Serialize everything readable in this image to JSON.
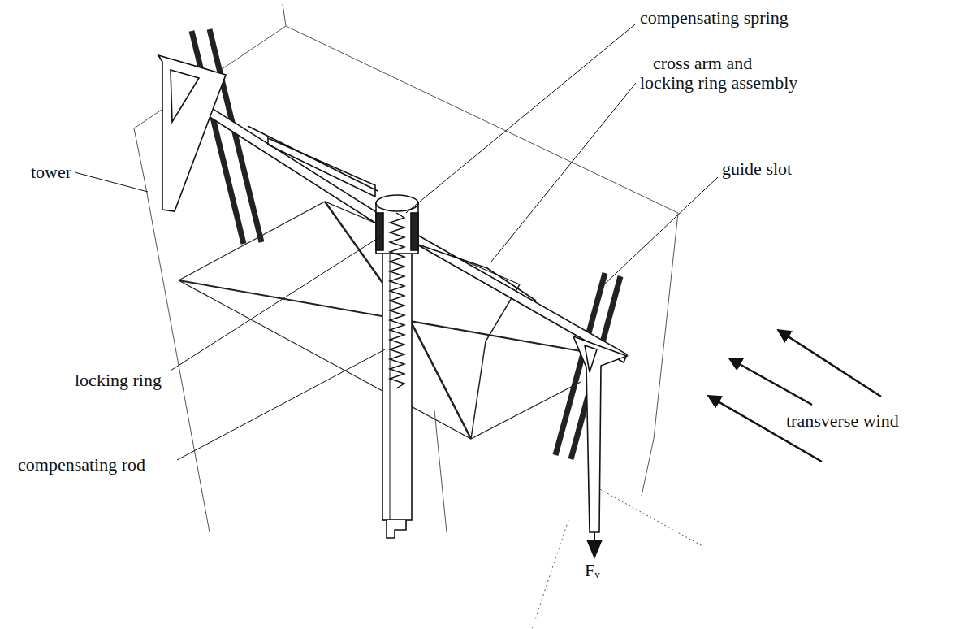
{
  "diagram": {
    "labels": [
      "compensating spring",
      "cross arm and locking ring assembly",
      "tower",
      "guide slot",
      "locking ring",
      "compensating rod",
      "transverse wind",
      "Fᵥ"
    ]
  }
}
